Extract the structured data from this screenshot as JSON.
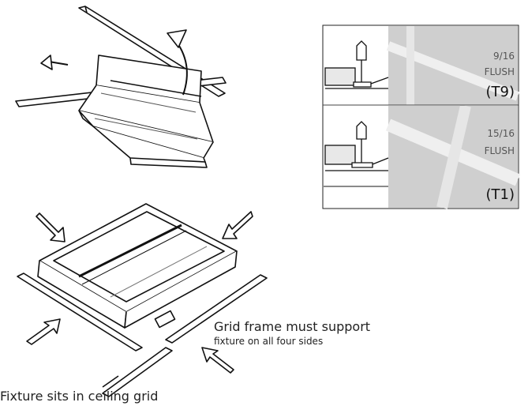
{
  "captions": {
    "grid_support_line1": "Grid frame must support",
    "grid_support_line2": "fixture on all four sides",
    "bottom_text": "Fixture sits in ceiling grid"
  },
  "detail_panels": [
    {
      "size": "9/16",
      "style": "FLUSH",
      "code": "(T9)"
    },
    {
      "size": "15/16",
      "style": "FLUSH",
      "code": "(T1)"
    }
  ]
}
